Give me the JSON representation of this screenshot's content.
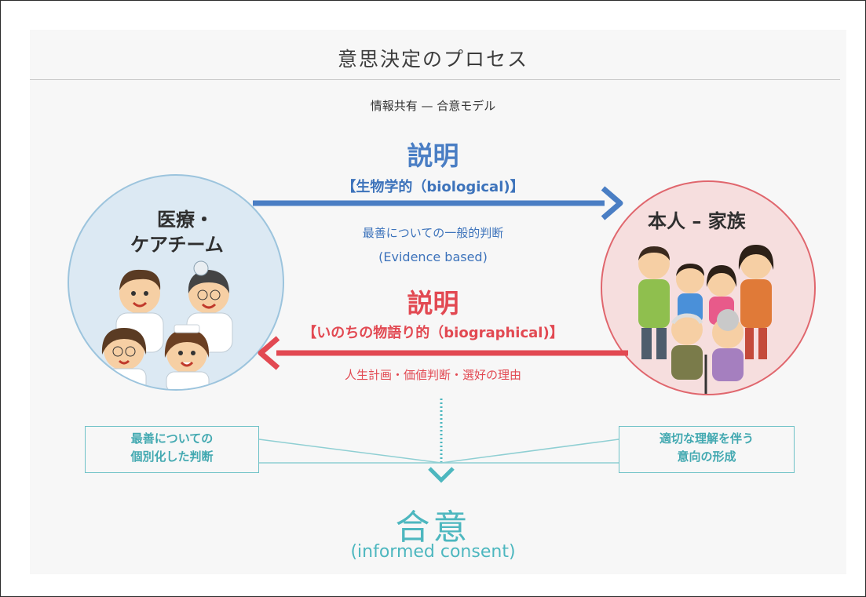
{
  "title": "意思決定のプロセス",
  "subtitle": "情報共有 — 合意モデル",
  "medical_team": {
    "line1": "医療・",
    "line2": "ケアチーム",
    "icon": "medical-staff-illustration"
  },
  "family": {
    "label": "本人 – 家族",
    "icon": "family-illustration"
  },
  "explanation_to_family": {
    "heading": "説明",
    "label": "【生物学的（biological)】",
    "detail": "最善についての一般的判断",
    "evidence": "(Evidence based)",
    "color": "#4a7ec4"
  },
  "explanation_to_team": {
    "heading": "説明",
    "label": "【いのちの物語り的（biographical)】",
    "detail": "人生計画・価値判断・選好の理由",
    "color": "#e24952"
  },
  "left_box": {
    "line1": "最善についての",
    "line2": "個別化した判断"
  },
  "right_box": {
    "line1": "適切な理解を伴う",
    "line2": "意向の形成"
  },
  "consent": {
    "label": "合意",
    "english": "(informed consent)",
    "color": "#4db7bf"
  }
}
